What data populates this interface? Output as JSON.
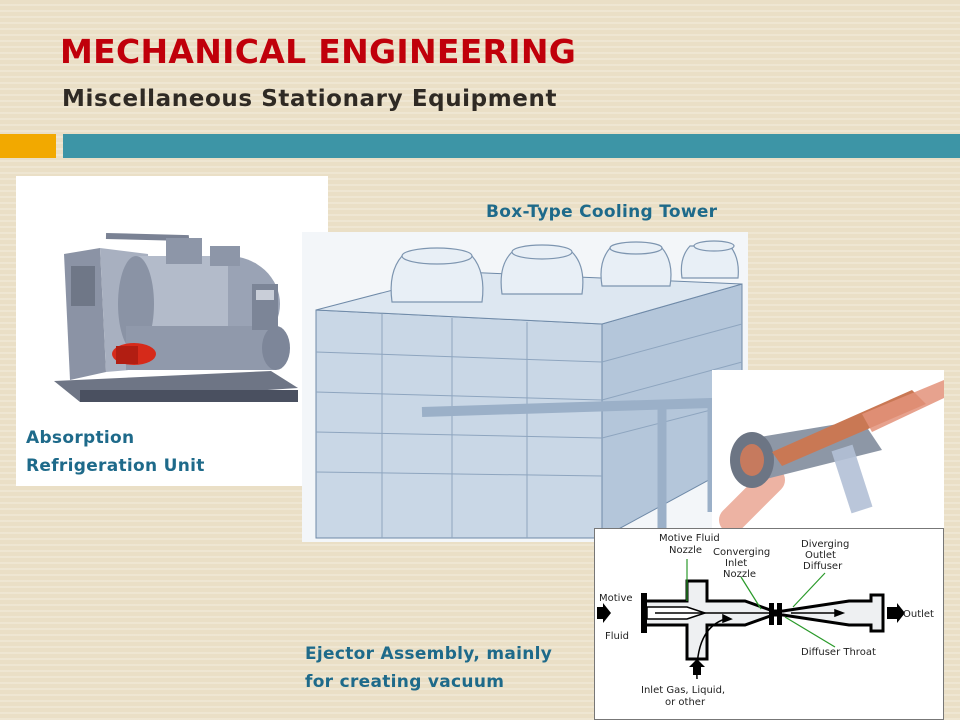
{
  "slide": {
    "title": "MECHANICAL ENGINEERING",
    "subtitle": "Miscellaneous Stationary Equipment"
  },
  "images": {
    "absorption": {
      "caption_line1": "Absorption",
      "caption_line2": "Refrigeration Unit"
    },
    "cooling_tower": {
      "caption": "Box-Type Cooling Tower"
    },
    "ejector": {
      "caption_line1": "Ejector Assembly, mainly",
      "caption_line2": "for creating vacuum"
    },
    "ejector_diagram": {
      "motive_fluid_nozzle": [
        "Motive Fluid",
        "Nozzle"
      ],
      "converging_inlet_nozzle": [
        "Converging",
        "Inlet",
        "Nozzle"
      ],
      "diverging_outlet_diffuser": [
        "Diverging",
        "Outlet",
        "Diffuser"
      ],
      "motive_fluid": [
        "Motive",
        "Fluid"
      ],
      "outlet": "Outlet",
      "diffuser_throat": "Diffuser Throat",
      "inlet": [
        "Inlet Gas, Liquid,",
        "or other"
      ]
    }
  },
  "colors": {
    "title": "#c0000b",
    "accent_bar": "#f2a900",
    "main_bar": "#3d95a6",
    "caption": "#1e6a8a"
  }
}
